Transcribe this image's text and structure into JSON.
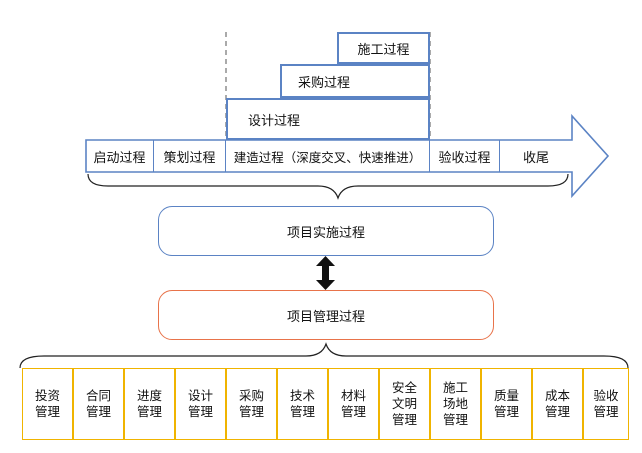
{
  "staircase": [
    {
      "label": "施工过程"
    },
    {
      "label": "采购过程"
    },
    {
      "label": "设计过程"
    }
  ],
  "phases": [
    {
      "label": "启动过程"
    },
    {
      "label": "策划过程"
    },
    {
      "label": "建造过程（深度交叉、快速推进）"
    },
    {
      "label": "验收过程"
    },
    {
      "label": "收尾"
    }
  ],
  "implementation": {
    "label": "项目实施过程"
  },
  "management": {
    "label": "项目管理过程"
  },
  "management_items": [
    {
      "label": "投资\n管理"
    },
    {
      "label": "合同\n管理"
    },
    {
      "label": "进度\n管理"
    },
    {
      "label": "设计\n管理"
    },
    {
      "label": "采购\n管理"
    },
    {
      "label": "技术\n管理"
    },
    {
      "label": "材料\n管理"
    },
    {
      "label": "安全\n文明\n管理"
    },
    {
      "label": "施工\n场地\n管理"
    },
    {
      "label": "质量\n管理"
    },
    {
      "label": "成本\n管理"
    },
    {
      "label": "验收\n管理"
    }
  ],
  "colors": {
    "blue": "#5b83c4",
    "orange": "#e8734a",
    "yellow": "#f0b400",
    "arrow": "#111111"
  }
}
